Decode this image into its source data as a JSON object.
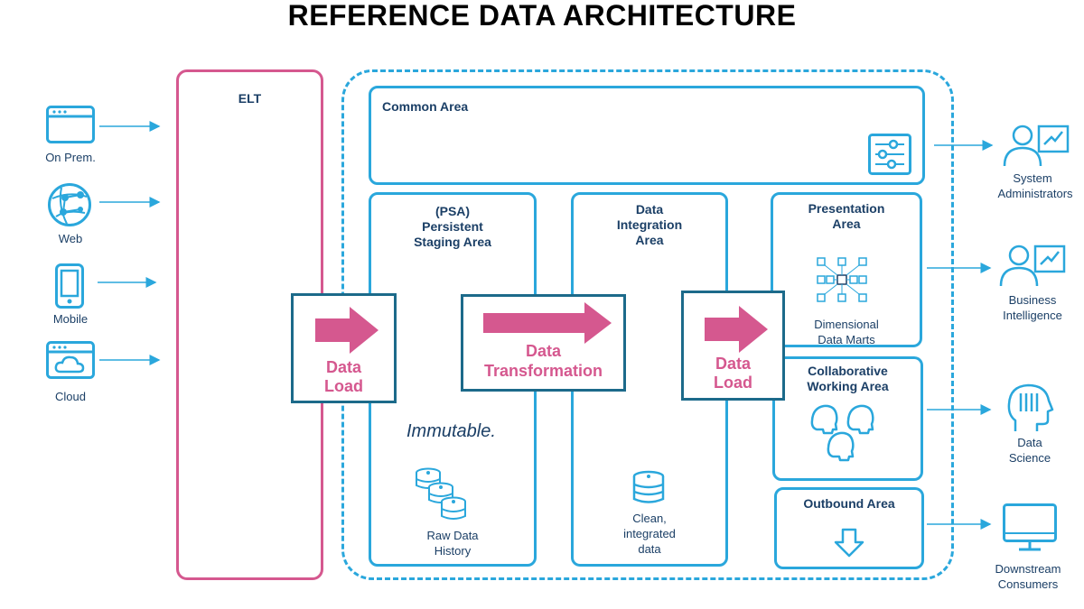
{
  "title": "REFERENCE DATA ARCHITECTURE",
  "elt_label": "ELT",
  "sources": [
    {
      "label": "On Prem.",
      "icon": "browser-window-icon"
    },
    {
      "label": "Web",
      "icon": "globe-network-icon"
    },
    {
      "label": "Mobile",
      "icon": "mobile-phone-icon"
    },
    {
      "label": "Cloud",
      "icon": "cloud-window-icon"
    }
  ],
  "areas": {
    "common": "Common Area",
    "psa": {
      "line1": "(PSA)",
      "line2": "Persistent",
      "line3": "Staging Area"
    },
    "integration": {
      "line1": "Data",
      "line2": "Integration",
      "line3": "Area"
    },
    "presentation": {
      "line1": "Presentation",
      "line2": "Area"
    },
    "collaborative": {
      "line1": "Collaborative",
      "line2": "Working Area"
    },
    "outbound": "Outbound Area"
  },
  "immutable": "Immutable.",
  "items": {
    "raw": {
      "line1": "Raw Data",
      "line2": "History"
    },
    "clean": {
      "line1": "Clean,",
      "line2": "integrated",
      "line3": "data"
    },
    "marts": {
      "line1": "Dimensional",
      "line2": "Data Marts"
    }
  },
  "steps": {
    "load1": {
      "line1": "Data",
      "line2": "Load"
    },
    "transform": {
      "line1": "Data",
      "line2": "Transformation"
    },
    "load2": {
      "line1": "Data",
      "line2": "Load"
    }
  },
  "consumers": [
    {
      "line1": "System",
      "line2": "Administrators"
    },
    {
      "line1": "Business",
      "line2": "Intelligence"
    },
    {
      "line1": "Data",
      "line2": "Science"
    },
    {
      "line1": "Downstream",
      "line2": "Consumers"
    }
  ],
  "colors": {
    "blue": "#2aa7dc",
    "navy": "#1b3f66",
    "pink": "#d5588f",
    "teal": "#1c6a8a"
  }
}
